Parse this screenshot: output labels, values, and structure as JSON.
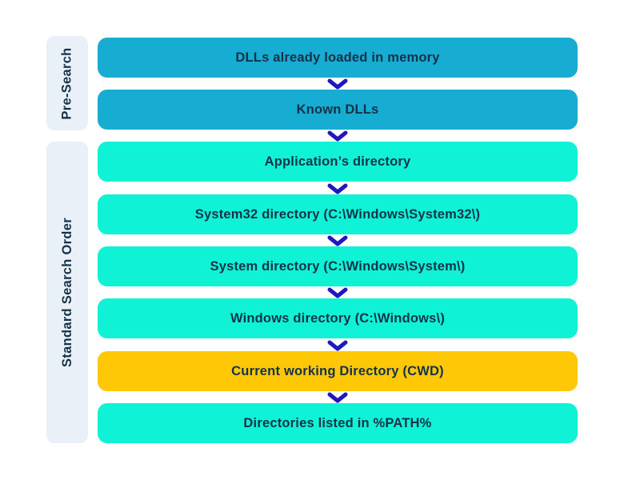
{
  "diagram": {
    "groups": [
      {
        "label": "Pre-Search"
      },
      {
        "label": "Standard Search Order"
      }
    ],
    "boxes": [
      {
        "label": "DLLs already loaded in memory",
        "group": "Pre-Search",
        "style": "pre-search"
      },
      {
        "label": "Known DLLs",
        "group": "Pre-Search",
        "style": "pre-search"
      },
      {
        "label": "Application’s directory",
        "group": "Standard Search Order",
        "style": "standard"
      },
      {
        "label": "System32 directory (C:\\Windows\\System32\\)",
        "group": "Standard Search Order",
        "style": "standard"
      },
      {
        "label": "System directory (C:\\Windows\\System\\)",
        "group": "Standard Search Order",
        "style": "standard"
      },
      {
        "label": "Windows directory (C:\\Windows\\)",
        "group": "Standard Search Order",
        "style": "standard"
      },
      {
        "label": "Current working Directory (CWD)",
        "group": "Standard Search Order",
        "style": "highlight"
      },
      {
        "label": "Directories listed in %PATH%",
        "group": "Standard Search Order",
        "style": "standard"
      }
    ],
    "connector_icon": "chevron-down",
    "colors": {
      "pre_search_box": "#17ACD2",
      "standard_box": "#10F2D6",
      "highlight_box": "#FFC807",
      "arrow": "#1E17C2",
      "rail_bg": "#EAF0F8",
      "text": "#14324A"
    }
  }
}
